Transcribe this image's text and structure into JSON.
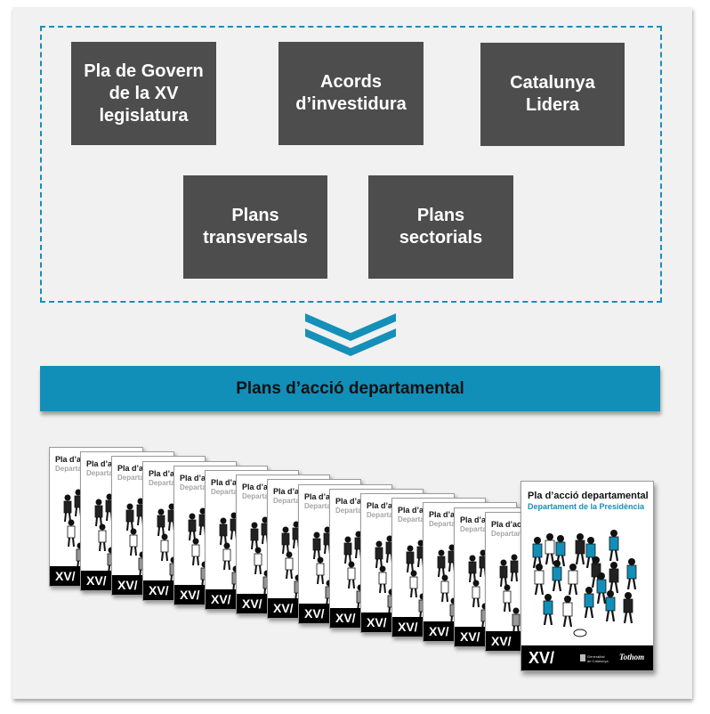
{
  "sources": {
    "boxes": [
      {
        "label": "Pla de Govern\nde la XV\nlegislatura"
      },
      {
        "label": "Acords\nd’investidura"
      },
      {
        "label": "Catalunya\nLidera"
      },
      {
        "label": "Plans\ntransversals"
      },
      {
        "label": "Plans\nsectorials"
      }
    ]
  },
  "flow_icon": "double-chevron-down-icon",
  "banner": {
    "label": "Plans d’acció departamental"
  },
  "colors": {
    "accent": "#128fb8",
    "dashed_border": "#1590b8",
    "box_fill": "#4d4d4d",
    "panel_bg": "#f1f1f1"
  },
  "small_covers": {
    "count": 15,
    "title": "Pla d’ac",
    "subtitle": "Departar",
    "footer": "XV/"
  },
  "featured_cover": {
    "title": "Pla d’acció departamental",
    "subtitle": "Departament de la Presidència",
    "footer": "XV/",
    "logo_text": "Generalitat\nde Catalunya",
    "brand_text": "Tothom"
  }
}
